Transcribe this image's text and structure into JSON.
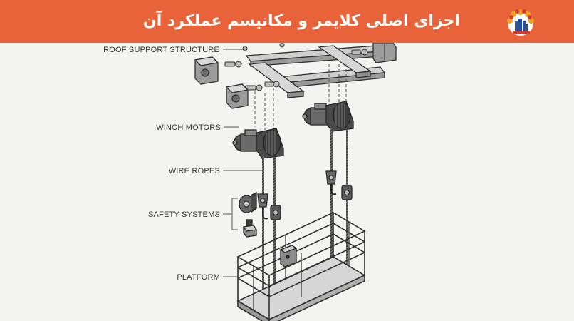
{
  "header": {
    "title": "اجزای اصلی کلایمر و مکانیسم عملکرد آن",
    "accent_color": "#e8623a",
    "logo_icon": "sunburst-buildings-logo-icon"
  },
  "diagram": {
    "labels": [
      {
        "id": "roof",
        "text": "ROOF SUPPORT STRUCTURE"
      },
      {
        "id": "winch",
        "text": "WINCH MOTORS"
      },
      {
        "id": "ropes",
        "text": "WIRE ROPES"
      },
      {
        "id": "safety",
        "text": "SAFETY SYSTEMS"
      },
      {
        "id": "platform",
        "text": "PLATFORM"
      }
    ]
  }
}
